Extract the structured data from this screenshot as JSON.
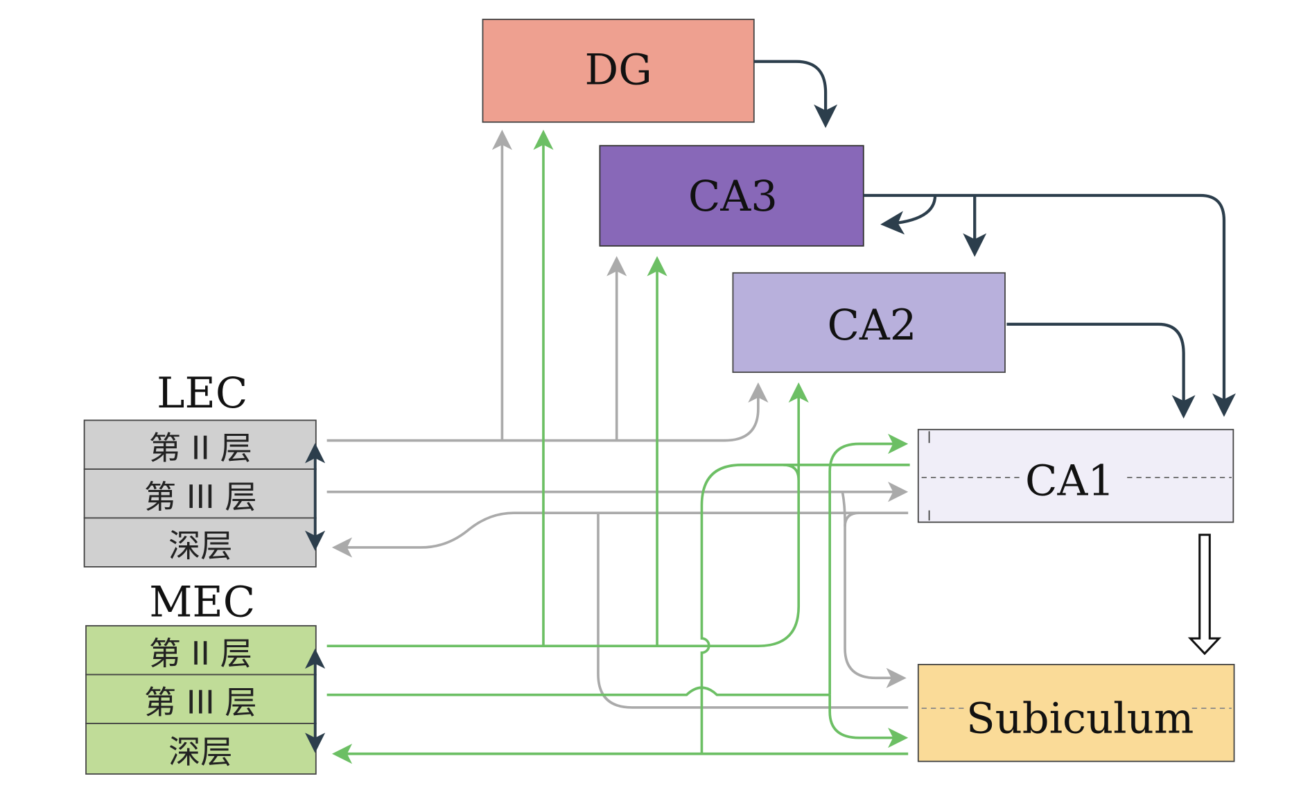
{
  "regions": {
    "dg": {
      "label": "DG",
      "color": "#eea090"
    },
    "ca3": {
      "label": "CA3",
      "color": "#8868b8"
    },
    "ca2": {
      "label": "CA2",
      "color": "#b8b0dc"
    },
    "ca1": {
      "label": "CA1",
      "color": "#f0eef8"
    },
    "subiculum": {
      "label": "Subiculum",
      "color": "#fadb98"
    }
  },
  "lec": {
    "title": "LEC",
    "color": "#d0d0d0",
    "layers": [
      "第 II 层",
      "第 III 层",
      "深层"
    ]
  },
  "mec": {
    "title": "MEC",
    "color": "#c0dc98",
    "layers": [
      "第 II 层",
      "第 III 层",
      "深层"
    ]
  },
  "colors": {
    "lec_pathway": "#aaaaaa",
    "mec_pathway": "#6cbf64",
    "hippocampal_pathway": "#2c3e4c"
  }
}
